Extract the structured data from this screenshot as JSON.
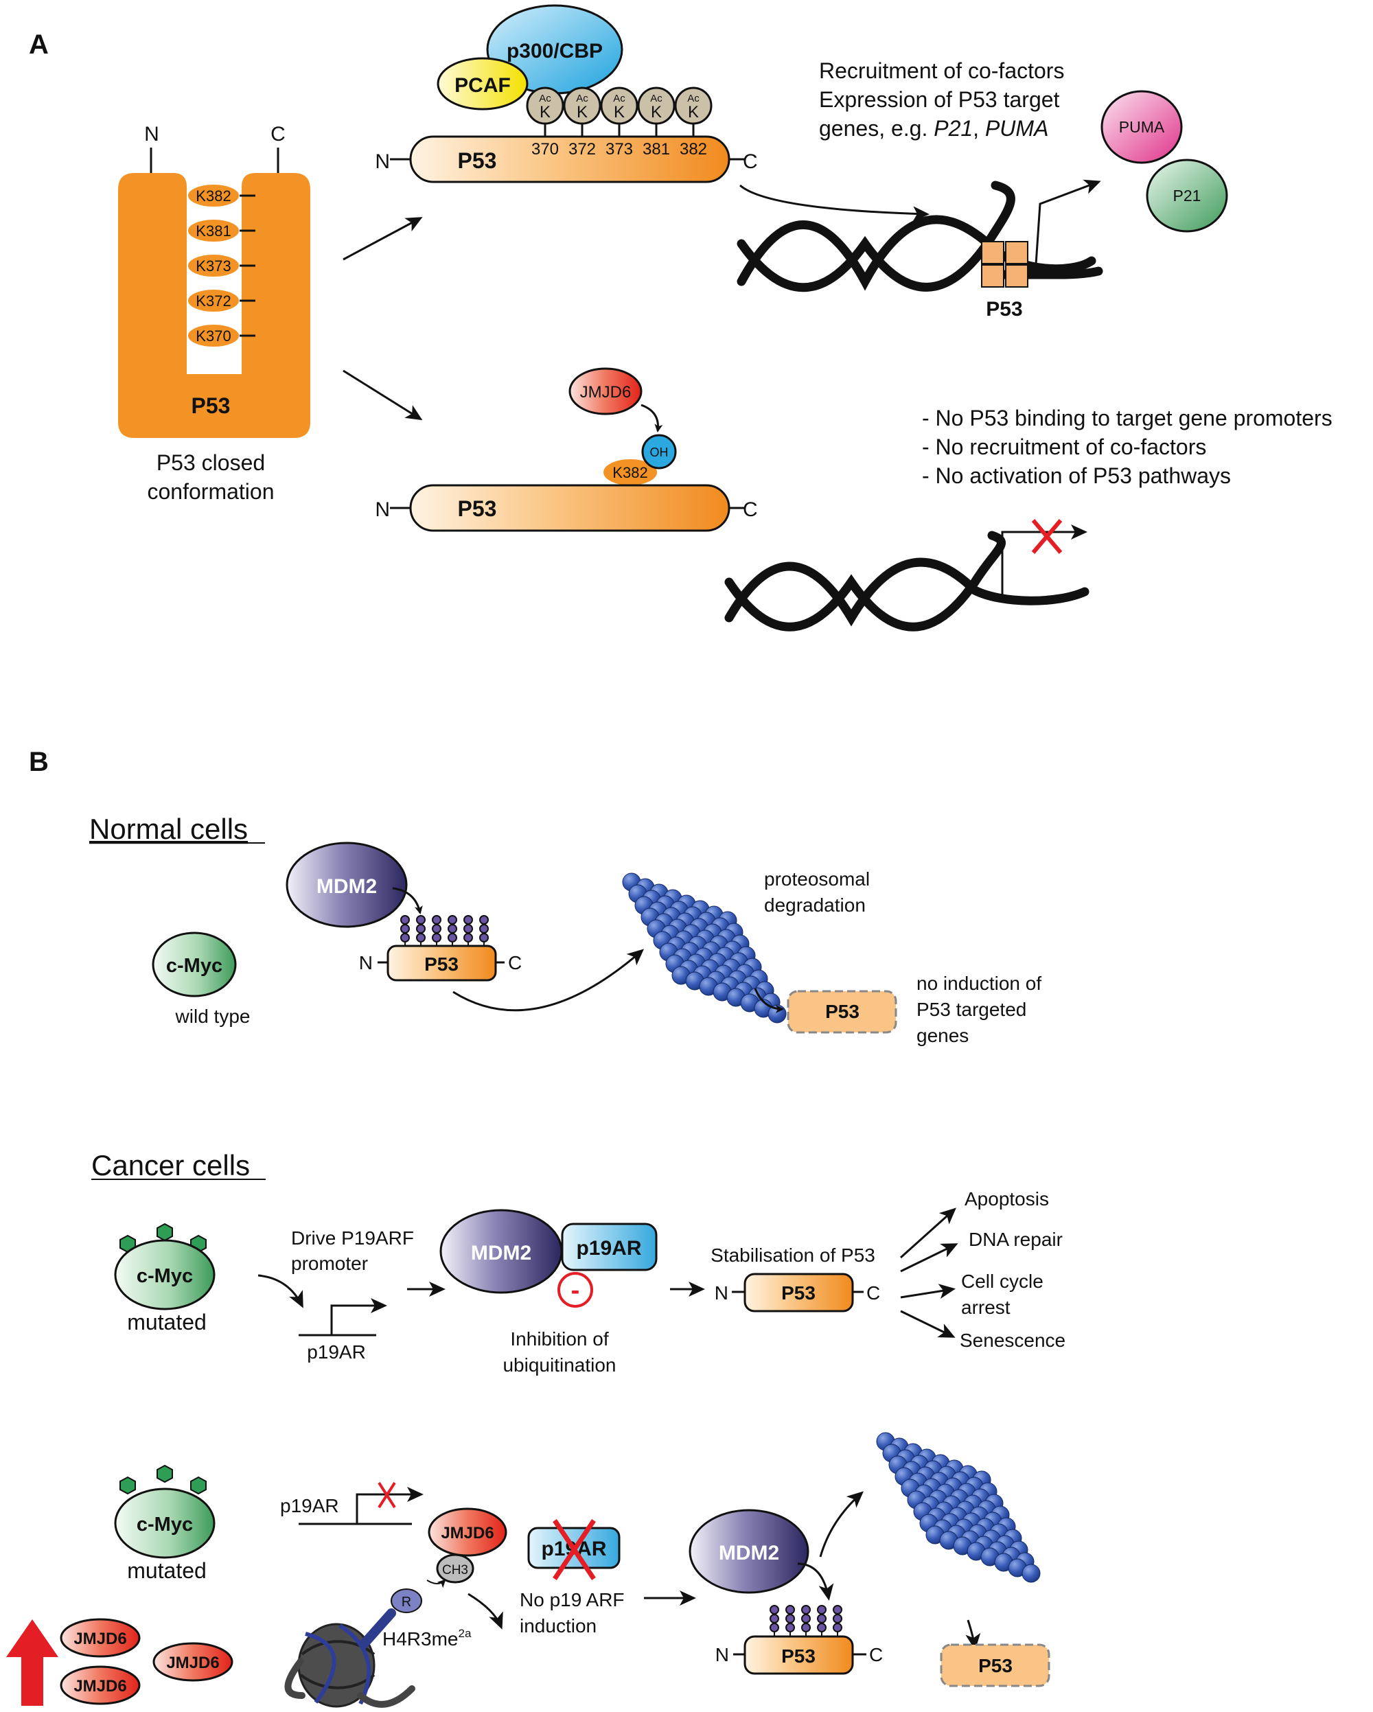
{
  "panelA": {
    "label": "A",
    "closed": {
      "n": "N",
      "c": "C",
      "lysines": [
        "K382",
        "K381",
        "K373",
        "K372",
        "K370"
      ],
      "name": "P53",
      "caption1": "P53 closed",
      "caption2": "conformation"
    },
    "top": {
      "n": "N",
      "c": "C",
      "name": "P53",
      "p300": "p300/CBP",
      "pcaf": "PCAF",
      "ac_top": "Ac",
      "ac_k": "K",
      "positions": [
        "370",
        "372",
        "373",
        "381",
        "382"
      ],
      "text1": "Recruitment of co-factors",
      "text2": "Expression of P53 target",
      "text3": "genes, e.g. ",
      "p21_it": "P21",
      "comma": ", ",
      "puma_it": "PUMA",
      "dna_label": "P53",
      "puma": "PUMA",
      "p21": "P21"
    },
    "bottom": {
      "n": "N",
      "c": "C",
      "name": "P53",
      "jmjd6": "JMJD6",
      "oh": "OH",
      "k382": "K382",
      "bullets": [
        "- No P53 binding to target gene promoters",
        "- No recruitment of co-factors",
        "- No activation of P53 pathways"
      ]
    }
  },
  "panelB": {
    "label": "B",
    "normal": {
      "title": "Normal cells",
      "mdm2": "MDM2",
      "cmyc": "c-Myc",
      "cmyc_state": "wild type",
      "n": "N",
      "c": "C",
      "p53": "P53",
      "deg1": "proteosomal",
      "deg2": "degradation",
      "p53_ghost": "P53",
      "noind1": "no induction of",
      "noind2": "P53 targeted",
      "noind3": "genes"
    },
    "cancer": {
      "title": "Cancer cells",
      "cmyc": "c-Myc",
      "cmyc_state": "mutated",
      "drive1": "Drive P19ARF",
      "drive2": "promoter",
      "p19ar_gene": "p19AR",
      "mdm2": "MDM2",
      "p19ar": "p19AR",
      "minus": "-",
      "inhib1": "Inhibition of",
      "inhib2": "ubiquitination",
      "stab": "Stabilisation of P53",
      "n": "N",
      "c": "C",
      "p53": "P53",
      "outcomes": [
        "Apoptosis",
        "DNA repair",
        "Cell cycle",
        "arrest",
        "Senescence"
      ]
    },
    "jmjd6": {
      "cmyc": "c-Myc",
      "cmyc_state": "mutated",
      "jmjd6": "JMJD6",
      "p19ar_gene": "p19AR",
      "ch3": "CH3",
      "r": "R",
      "h4": "H4R3me",
      "h4_sup": "2a",
      "p19ar": "p19AR",
      "noind1": "No p19 ARF",
      "noind2": "induction",
      "mdm2": "MDM2",
      "n": "N",
      "c": "C",
      "p53": "P53",
      "p53_ghost": "P53"
    }
  },
  "colors": {
    "orange": "#F39325",
    "red_x": "#E31E24",
    "blue_sphere": "#2B50A8",
    "ubiquitin": "#6A55A5",
    "jmjd6": "#E8341C",
    "green": "#3E9B5A"
  }
}
